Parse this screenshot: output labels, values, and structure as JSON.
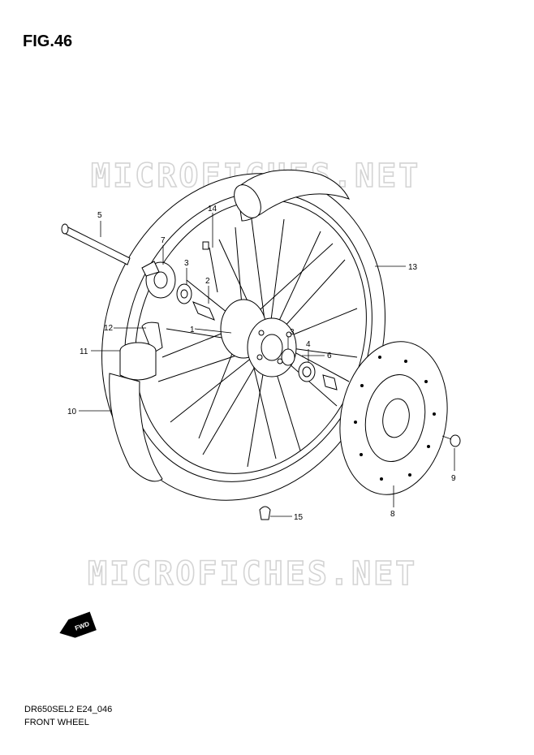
{
  "header": {
    "title": "FIG.46"
  },
  "watermarks": [
    "MICROFICHES.NET",
    "MICROFICHES.NET"
  ],
  "fwd_label": "FWD",
  "footer": {
    "code": "DR650SEL2 E24_046",
    "name": "FRONT WHEEL"
  },
  "callouts": [
    {
      "id": "5",
      "label": "5"
    },
    {
      "id": "7",
      "label": "7"
    },
    {
      "id": "3a",
      "label": "3"
    },
    {
      "id": "14",
      "label": "14"
    },
    {
      "id": "2",
      "label": "2"
    },
    {
      "id": "12",
      "label": "12"
    },
    {
      "id": "1",
      "label": "1"
    },
    {
      "id": "11",
      "label": "11"
    },
    {
      "id": "10",
      "label": "10"
    },
    {
      "id": "3b",
      "label": "3"
    },
    {
      "id": "4",
      "label": "4"
    },
    {
      "id": "6",
      "label": "6"
    },
    {
      "id": "13",
      "label": "13"
    },
    {
      "id": "9",
      "label": "9"
    },
    {
      "id": "8",
      "label": "8"
    },
    {
      "id": "15",
      "label": "15"
    }
  ],
  "colors": {
    "line": "#000000",
    "watermark": "#d4d4d4",
    "background": "#ffffff"
  }
}
